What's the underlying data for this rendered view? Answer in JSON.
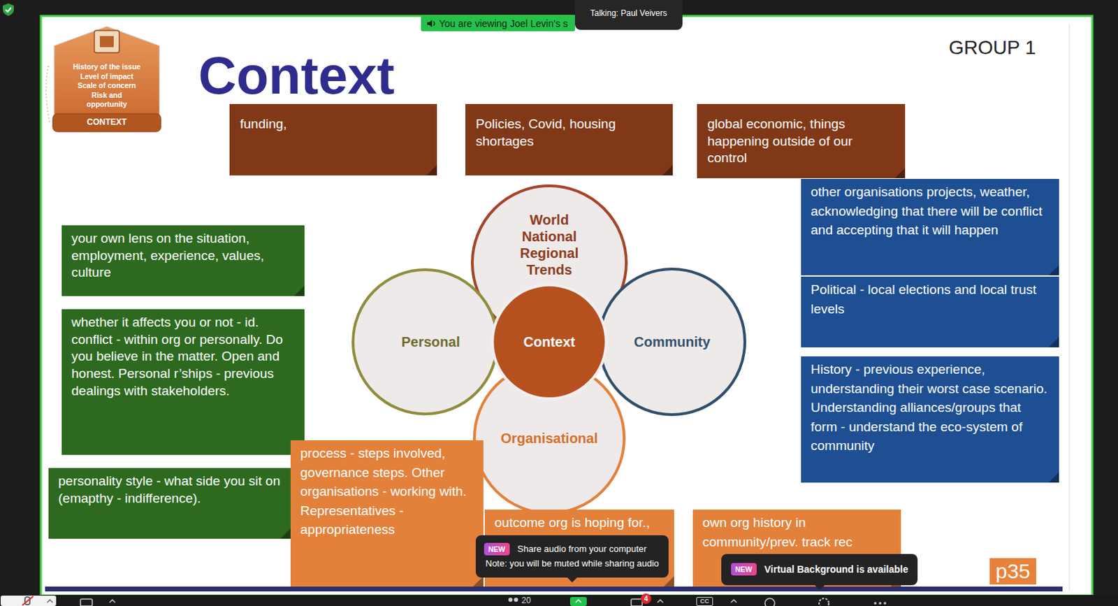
{
  "diagram": {
    "title": "Context",
    "nodes": [
      {
        "text": [
          "You are viewing Joel Levin's s"
        ]
      },
      {
        "text": [
          "Talking: Paul Veivers"
        ]
      },
      {
        "text": [
          "History of the issue",
          "Level of impact",
          "Scale of concern",
          "Risk and opportunity",
          "CONTEXT"
        ]
      },
      {
        "text": [
          "funding,"
        ]
      },
      {
        "text": [
          "Policies, Covid, housing shortages"
        ]
      },
      {
        "text": [
          "global economic, things happening outside of our control"
        ]
      },
      {
        "text": [
          "other organisations projects, weather, acknowledging that there will be conflict and accepting that it will happen"
        ]
      },
      {
        "text": [
          "your own lens on the situation, employment, experience, values, culture"
        ]
      },
      {
        "text": [
          "World National Regional Trends"
        ]
      },
      {
        "text": [
          "Personal"
        ]
      },
      {
        "text": [
          "Context"
        ]
      },
      {
        "text": [
          "Community"
        ]
      },
      {
        "text": [
          "Political - local elections and local trust levels"
        ]
      },
      {
        "text": [
          "whether it affects you or not - id. conflict - within org or personally. Do you believe in the matter. Open and honest. Personal r’ships - previous dealings with stakeholders."
        ]
      },
      {
        "text": [
          "History - previous experience, understanding their worst case scenario. Understanding alliances/groups that form - understand the eco-system of community"
        ]
      },
      {
        "text": [
          "Organisational"
        ]
      },
      {
        "text": [
          "personality style - what side you sit on (emapthy - indifference)."
        ]
      },
      {
        "text": [
          "process - steps involved, governance steps. Other organisations - working with. Representatives - appropriateness"
        ]
      },
      {
        "text": [
          "outcome org is hoping for.,"
        ]
      },
      {
        "text": [
          "own org history in community/prev. track rec"
        ]
      },
      {
        "text": [
          "Share audio from your computer",
          "Note: you will be muted while sharing audio"
        ]
      },
      {
        "text": [
          "NEW"
        ],
        "in": 20
      },
      {
        "text": [
          "Virtual Background is available"
        ]
      },
      {
        "text": [
          "NEW"
        ],
        "in": 22
      },
      {
        "text": [
          "p35"
        ]
      },
      {
        "text": [
          "4"
        ]
      },
      {
        "text": [
          "CC"
        ]
      }
    ],
    "labels": [
      "GROUP 1",
      "20"
    ]
  }
}
